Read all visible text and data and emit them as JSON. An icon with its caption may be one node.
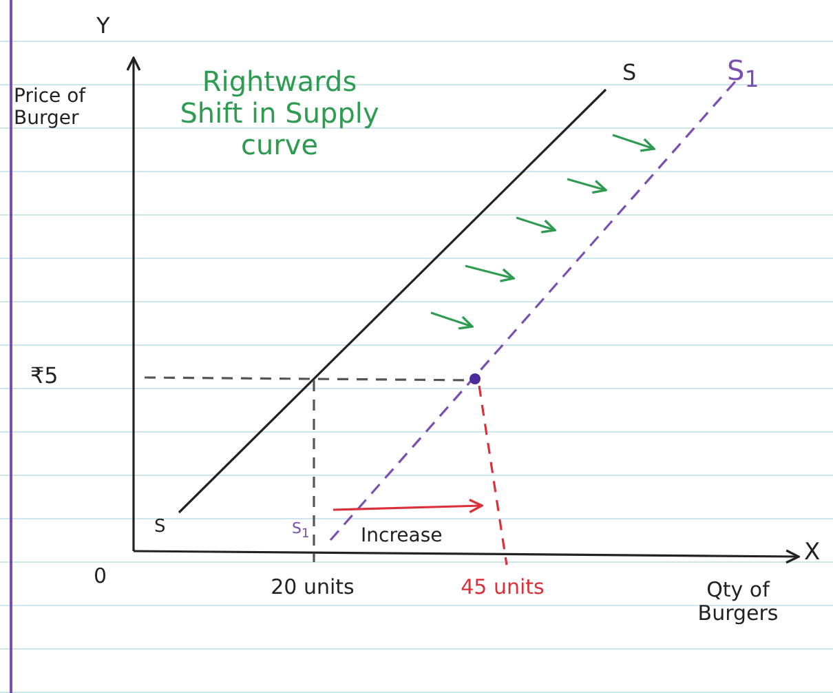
{
  "diagram": {
    "labels": [
      "Y",
      "Price of Burger",
      "Rightwards Shift in Supply curve",
      "S",
      "S$_{1}$",
      "₹5",
      "S",
      "S$_{1}$",
      "Increase",
      "0",
      "20 units",
      "45 units",
      "X",
      "Qty of Burgers"
    ]
  }
}
